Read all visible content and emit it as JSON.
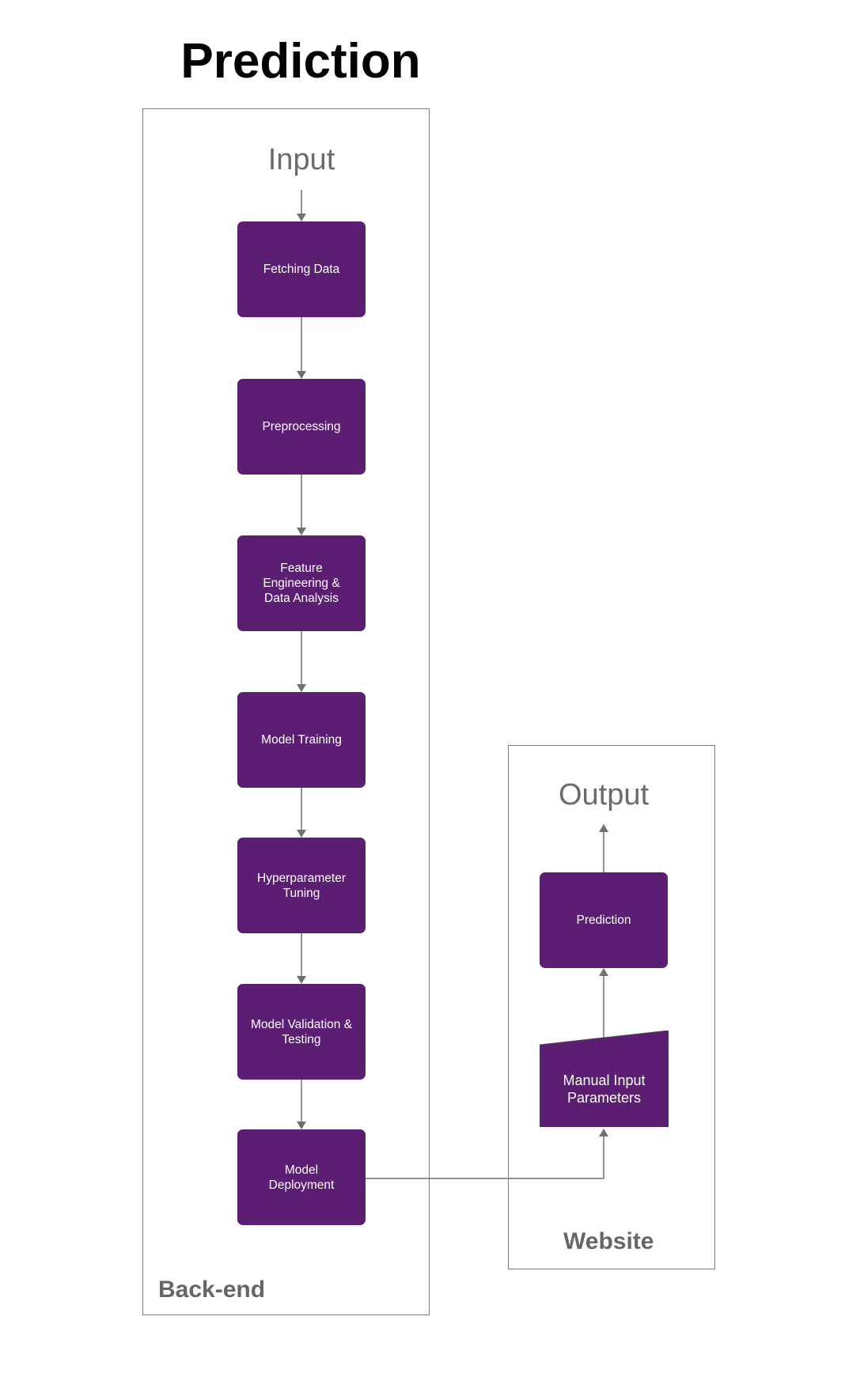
{
  "title": "Prediction",
  "backend": {
    "label": "Back-end",
    "input_label": "Input",
    "steps": [
      "Fetching Data",
      "Preprocessing",
      "Feature\nEngineering &\nData Analysis",
      "Model Training",
      "Hyperparameter\nTuning",
      "Model Validation &\nTesting",
      "Model\nDeployment"
    ]
  },
  "website": {
    "label": "Website",
    "output_label": "Output",
    "manual_input": "Manual Input\nParameters",
    "prediction": "Prediction"
  },
  "colors": {
    "box_fill": "#5b1e73",
    "arrow": "#707070",
    "border": "#7a7a7a",
    "label_gray": "#666666"
  }
}
